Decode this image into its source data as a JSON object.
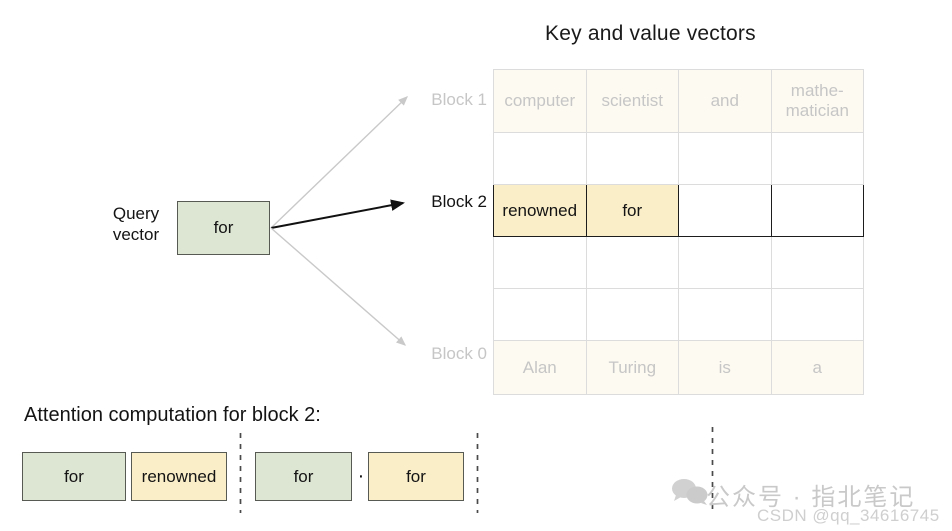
{
  "title": "Key and value vectors",
  "colors": {
    "query_fill": "#dde5d3",
    "key_fill": "#faeec8",
    "faded_row_fill": "#fdfaf1",
    "faded_text": "#c6c6c6",
    "box_border": "#565a52",
    "active_border": "#1d1d1d",
    "grid_border": "#dcdcdc",
    "arrow_active": "#111111",
    "arrow_faded": "#c9c9c9"
  },
  "query": {
    "label_line1": "Query",
    "label_line2": "vector",
    "token": "for"
  },
  "block_labels": {
    "top": "Block 1",
    "middle": "Block 2",
    "bottom": "Block 0"
  },
  "table": {
    "columns": 4,
    "rows": [
      {
        "state": "faded",
        "cells": [
          "computer",
          "scientist",
          "and",
          "mathe-\nmatician"
        ]
      },
      {
        "state": "empty",
        "cells": [
          "",
          "",
          "",
          ""
        ]
      },
      {
        "state": "active",
        "cells": [
          "renowned",
          "for",
          "",
          ""
        ]
      },
      {
        "state": "empty",
        "cells": [
          "",
          "",
          "",
          ""
        ]
      },
      {
        "state": "empty",
        "cells": [
          "",
          "",
          "",
          ""
        ]
      },
      {
        "state": "faded",
        "cells": [
          "Alan",
          "Turing",
          "is",
          "a"
        ]
      }
    ]
  },
  "attention": {
    "heading": "Attention computation for block 2:",
    "operator": "·",
    "terms": [
      {
        "query": "for",
        "key": "renowned"
      },
      {
        "query": "for",
        "key": "for"
      }
    ]
  },
  "watermark": {
    "icon": "wechat-icon",
    "text": "公众号 · 指北笔记",
    "subtext": "CSDN @qq_34616745"
  }
}
